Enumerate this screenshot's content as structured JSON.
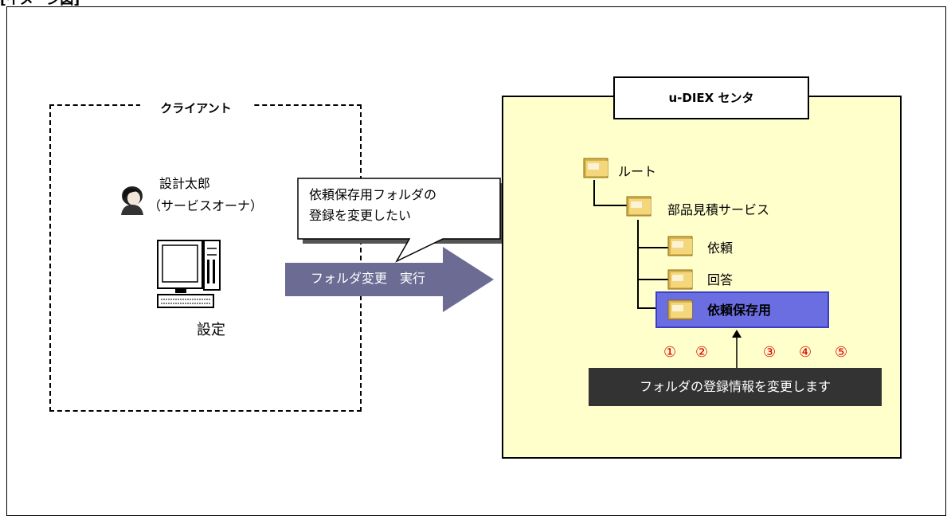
{
  "page_title": "[イメージ図]",
  "client": {
    "title": "クライアント",
    "user_name": "設計太郎",
    "user_role": "（サービスオーナ）",
    "pc_label": "設定"
  },
  "callout": {
    "line1": "依頼保存用フォルダの",
    "line2": "登録を変更したい"
  },
  "action_arrow": {
    "label": "フォルダ変更　実行",
    "color": "#6b6b94"
  },
  "center": {
    "title": "u-DIEX センタ",
    "tree": {
      "root": "ルート",
      "service": "部品見積サービス",
      "request": "依頼",
      "answer": "回答",
      "request_storage": "依頼保存用"
    },
    "highlight_color": "#6b6ee0",
    "numbers": [
      "①",
      "②",
      "③",
      "④",
      "⑤"
    ],
    "number_color": "#e00000",
    "message": "フォルダの登録情報を変更します"
  },
  "icons": [
    "person-icon",
    "computer-icon",
    "folder-icon"
  ]
}
